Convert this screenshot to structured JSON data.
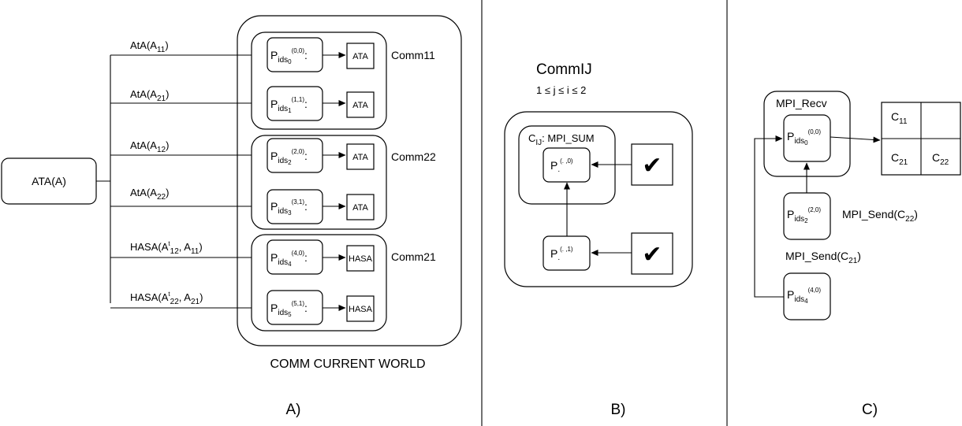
{
  "panel_a": {
    "root_label": "ATA(A)",
    "world_label": "COMM CURRENT WORLD",
    "panel_label": "A)",
    "p": "P",
    "ids": "ids",
    "colon": ":",
    "groups": {
      "g11": "Comm11",
      "g22": "Comm22",
      "g21": "Comm21"
    },
    "calls": {
      "c1": {
        "pre": "AtA(A",
        "sub": "11",
        "post": ")"
      },
      "c2": {
        "pre": "AtA(A",
        "sub": "21",
        "post": ")"
      },
      "c3": {
        "pre": "AtA(A",
        "sub": "12",
        "post": ")"
      },
      "c4": {
        "pre": "AtA(A",
        "sub": "22",
        "post": ")"
      },
      "c5": {
        "pre": "HASA(A",
        "sup": "t",
        "sub": "12",
        "mid": ", A",
        "sub2": "11",
        "post": ")"
      },
      "c6": {
        "pre": "HASA(A",
        "sup": "t",
        "sub": "22",
        "mid": ", A",
        "sub2": "21",
        "post": ")"
      }
    },
    "procs": {
      "p1": {
        "idx": "0",
        "coord": "(0,0)",
        "task": "ATA"
      },
      "p2": {
        "idx": "1",
        "coord": "(1,1)",
        "task": "ATA"
      },
      "p3": {
        "idx": "2",
        "coord": "(2,0)",
        "task": "ATA"
      },
      "p4": {
        "idx": "3",
        "coord": "(3,1)",
        "task": "ATA"
      },
      "p5": {
        "idx": "4",
        "coord": "(4,0)",
        "task": "HASA"
      },
      "p6": {
        "idx": "5",
        "coord": "(5,1)",
        "task": "HASA"
      }
    }
  },
  "panel_b": {
    "title": "CommIJ",
    "condition": "1 ≤ j ≤ i ≤ 2",
    "c": "C",
    "c_sub": "IJ",
    "reduce": ": MPI_SUM",
    "p": "P",
    "p_sub": ".",
    "root_coord": "(. ,0)",
    "leaf_coord": "(. ,1)",
    "check": "✔",
    "panel_label": "B)"
  },
  "panel_c": {
    "recv_label": "MPI_Recv",
    "p": "P",
    "ids": "ids",
    "recv_proc": {
      "idx": "0",
      "coord": "(0,0)"
    },
    "send_proc1": {
      "idx": "2",
      "coord": "(2,0)"
    },
    "send_proc2": {
      "idx": "4",
      "coord": "(4,0)"
    },
    "send1": {
      "pre": "MPI_Send(C",
      "sub": "22",
      "post": ")"
    },
    "send2": {
      "pre": "MPI_Send(C",
      "sub": "21",
      "post": ")"
    },
    "c": "C",
    "matrix": {
      "c11": "11",
      "c21": "21",
      "c22": "22"
    },
    "panel_label": "C)"
  }
}
